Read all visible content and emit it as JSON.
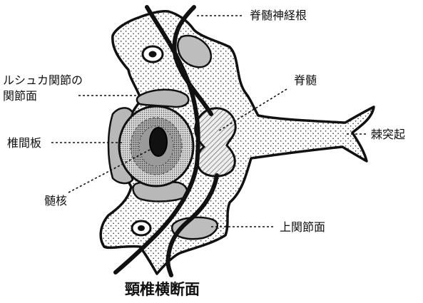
{
  "title": "頸椎横断面",
  "labels": {
    "nerve_root": "脊髄神経根",
    "luschka_line1": "ルシュカ関節の",
    "luschka_line2": "関節面",
    "spinal_cord": "脊髄",
    "disc": "椎間板",
    "spinous_process": "棘突起",
    "nucleus": "髄核",
    "superior_facet": "上関節面"
  }
}
